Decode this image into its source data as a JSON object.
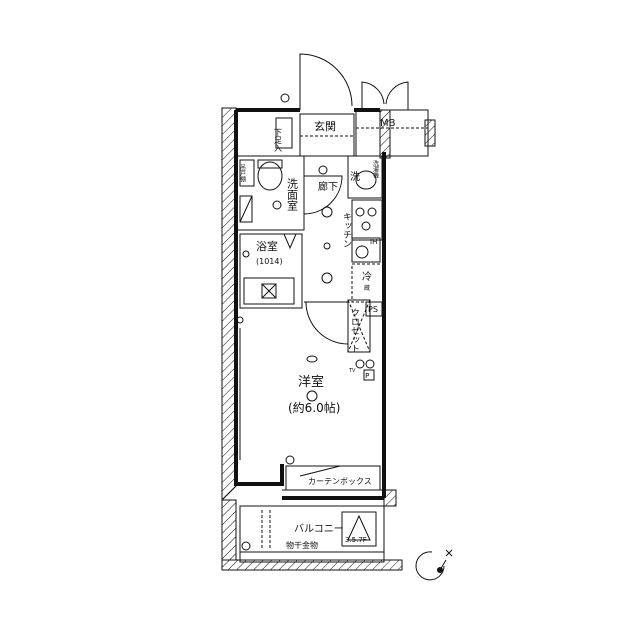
{
  "rooms": {
    "entrance": "玄関",
    "shoe_box": "下足入",
    "meter_box": "MB",
    "hallway": "廊下",
    "washroom": "洗面室",
    "washer": "洗",
    "washing_machine_pan": "洗濯機",
    "toilet_shelf": "吊戸棚",
    "bathroom": "浴室",
    "bath_size": "(1014)",
    "kitchen": "キッチン",
    "stove": "IH",
    "refrigerator": "冷",
    "refrigerator_sub": "蔵",
    "pipe_space": "PS",
    "closet": "クロゼット",
    "western_room": "洋室",
    "western_room_size": "(約6.0帖)",
    "curtain_box": "カーテンボックス",
    "balcony": "バルコニー",
    "laundry_hanger": "物干金物",
    "hatch_floor": "3.5.7F",
    "outlet_tv": "TV",
    "outlet_ip": "IP"
  }
}
